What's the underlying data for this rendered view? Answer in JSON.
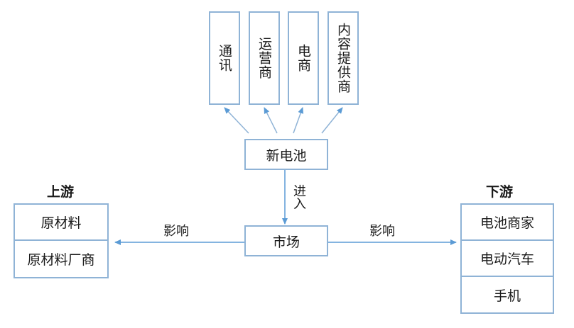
{
  "top_boxes": [
    {
      "label": "通讯"
    },
    {
      "label": "运营商"
    },
    {
      "label": "电商"
    },
    {
      "label": "内容提供商"
    }
  ],
  "new_battery": {
    "label": "新电池"
  },
  "enter_label": "进入",
  "market": {
    "label": "市场"
  },
  "upstream": {
    "title": "上游",
    "items": [
      "原材料",
      "原材料厂商"
    ],
    "influence_label": "影响"
  },
  "downstream": {
    "title": "下游",
    "items": [
      "电池商家",
      "电动汽车",
      "手机"
    ],
    "influence_label": "影响"
  },
  "colors": {
    "border": "#8fb3d6",
    "arrow": "#5b9bd5",
    "text": "#1a1a1a"
  }
}
